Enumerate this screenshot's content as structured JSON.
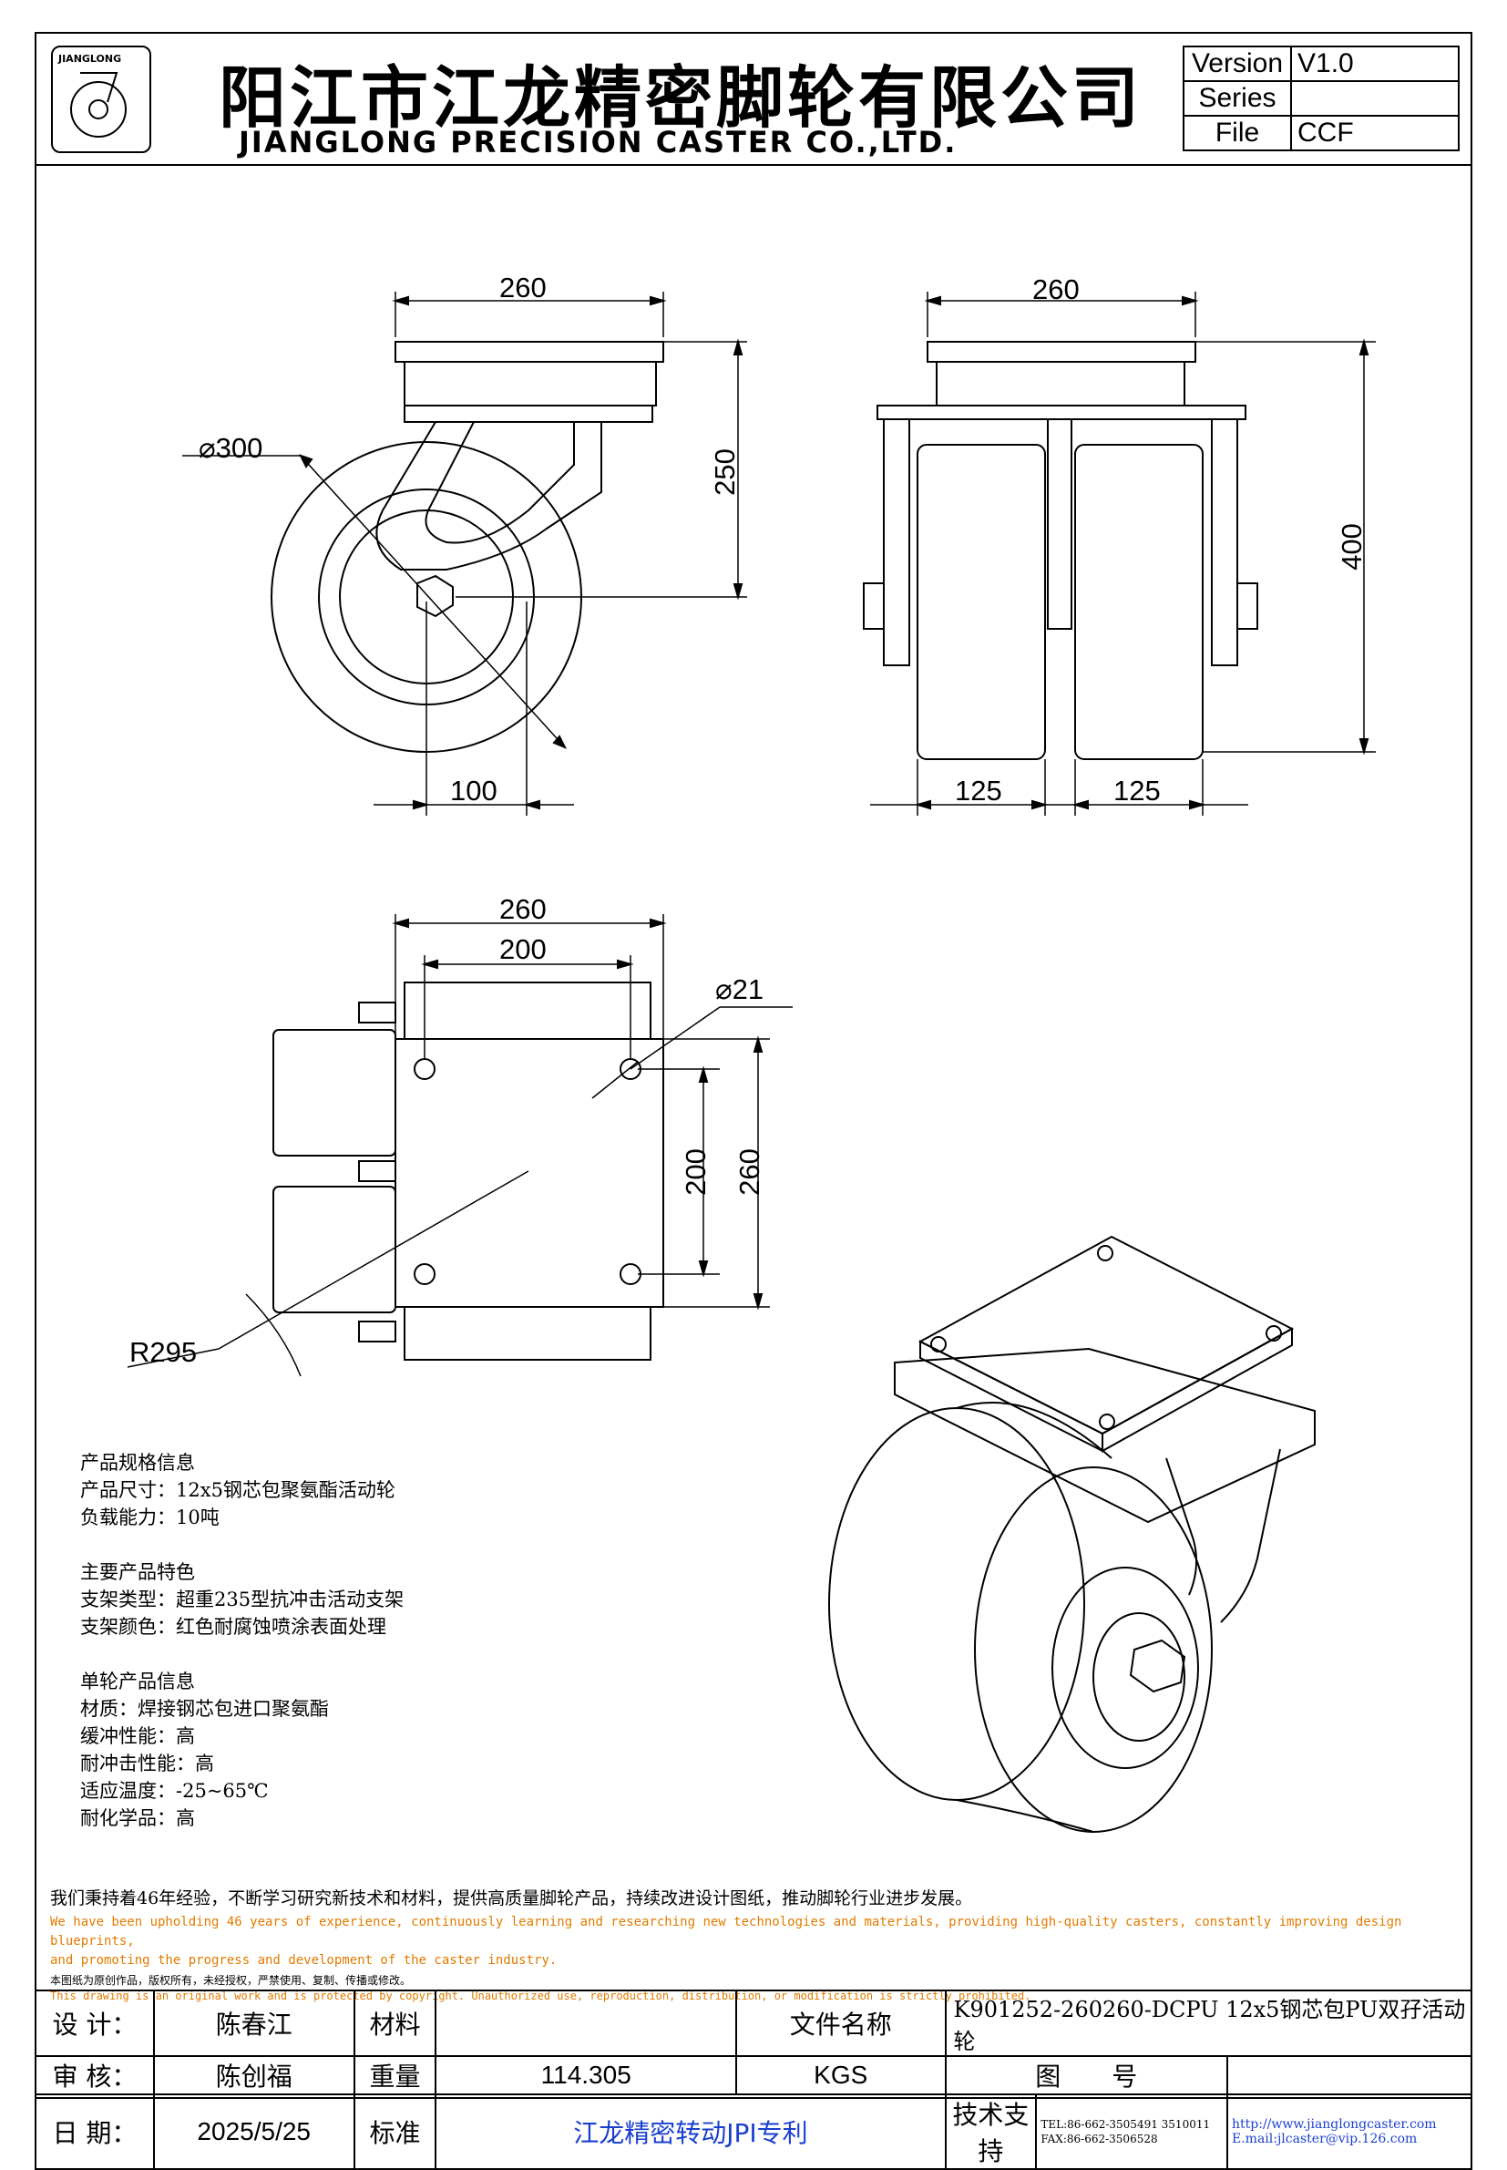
{
  "header": {
    "logo_text": "JIANGLONG",
    "title_cn": "阳江市江龙精密脚轮有限公司",
    "title_en": "JIANGLONG PRECISION CASTER CO.,LTD."
  },
  "version_table": [
    {
      "key": "Version",
      "value": "V1.0"
    },
    {
      "key": "Series",
      "value": ""
    },
    {
      "key": "File",
      "value": "CCF"
    }
  ],
  "dimensions": {
    "side_width": "260",
    "side_height": "250",
    "diameter": "⌀300",
    "offset": "100",
    "front_width": "260",
    "front_height": "400",
    "wheel_w1": "125",
    "wheel_w2": "125",
    "top_width": "260",
    "hole_spacing_x": "200",
    "hole_dia": "⌀21",
    "hole_spacing_y": "200",
    "top_height": "260",
    "radius": "R295"
  },
  "specs": {
    "group1_title": "产品规格信息",
    "size": "产品尺寸：12x5钢芯包聚氨酯活动轮",
    "load": "负载能力：10吨",
    "group2_title": "主要产品特色",
    "bracket_type": "支架类型：超重235型抗冲击活动支架",
    "bracket_color": "支架颜色：红色耐腐蚀喷涂表面处理",
    "group3_title": "单轮产品信息",
    "material": "材质：焊接钢芯包进口聚氨酯",
    "cushion": "缓冲性能：高",
    "impact": "耐冲击性能：高",
    "temperature": "适应温度：-25~65℃",
    "chemical": "耐化学品：高"
  },
  "statement": {
    "cn": "我们秉持着46年经验，不断学习研究新技术和材料，提供高质量脚轮产品，持续改进设计图纸，推动脚轮行业进步发展。",
    "en1": "We have been upholding 46 years of experience, continuously learning and researching new technologies and materials, providing high-quality casters, constantly improving design blueprints,",
    "en2": "and promoting the progress and development of the caster industry.",
    "copyright_cn": "本图纸为原创作品，版权所有，未经授权，严禁使用、复制、传播或修改。",
    "copyright_en": "This drawing is an original work and is protected by copyright. Unauthorized use, reproduction, distribution, or modification is strictly prohibited."
  },
  "title_block": {
    "design_label": "设 计：",
    "designer": "陈春江",
    "material_label": "材料",
    "material_value": "",
    "filename_label": "文件名称",
    "filename": "K901252-260260-DCPU 12x5钢芯包PU双孖活动轮",
    "review_label": "审 核：",
    "reviewer": "陈创福",
    "weight_label": "重量",
    "weight": "114.305",
    "weight_unit": "KGS",
    "drawing_no_label": "图　　号",
    "drawing_no": "",
    "date_label": "日 期：",
    "date": "2025/5/25",
    "standard_label": "标准",
    "standard": "江龙精密转动JPI专利",
    "support_label": "技术支持",
    "tel": "TEL:86-662-3505491 3510011",
    "fax": "FAX:86-662-3506528",
    "url": "http://www.jianglongcaster.com",
    "email": "E.mail:jlcaster@vip.126.com"
  }
}
